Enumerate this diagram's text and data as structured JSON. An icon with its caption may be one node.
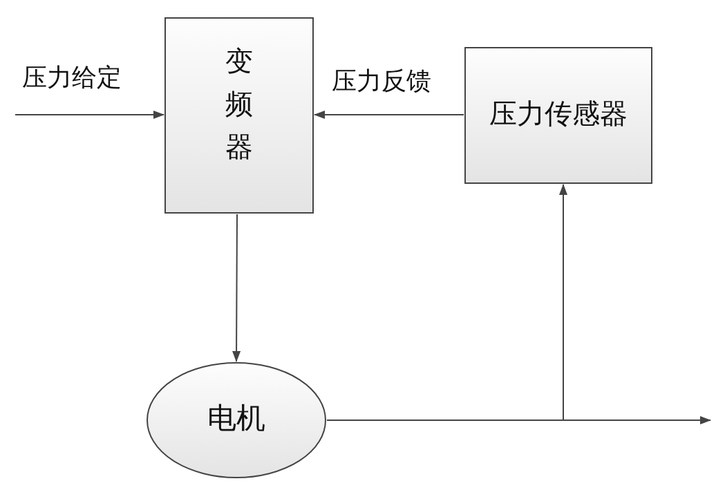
{
  "diagram": {
    "nodes": [
      {
        "text": [
          "变频器"
        ]
      },
      {
        "text": [
          "压力传感器"
        ]
      },
      {
        "text": [
          "电机"
        ]
      }
    ],
    "edges": [
      {
        "from": null,
        "to": 0,
        "arrow": "to",
        "label": "压力给定"
      },
      {
        "from": 1,
        "to": 0,
        "arrow": "to",
        "label": "压力反馈"
      },
      {
        "from": 0,
        "to": 2,
        "arrow": "to"
      },
      {
        "from": 2,
        "to": null,
        "arrow": "to"
      },
      {
        "from": 2,
        "to": 1,
        "arrow": "to"
      }
    ]
  }
}
